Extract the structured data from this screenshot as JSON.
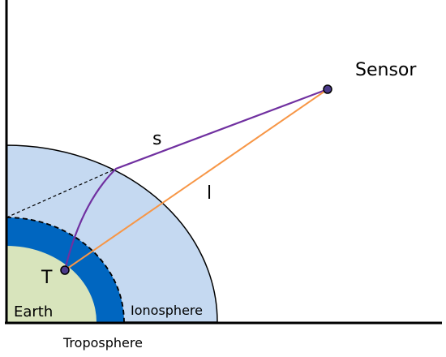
{
  "labels": {
    "sensor": "Sensor",
    "s": "s",
    "l": "l",
    "t": "T",
    "earth": "Earth",
    "ionosphere": "Ionosphere",
    "troposphere": "Troposphere"
  },
  "colors": {
    "ionosphere": "#c5d9f1",
    "troposphere": "#0066c0",
    "earth": "#d8e4bc",
    "slant_path": "#7030a0",
    "line_of_sight": "#f79646",
    "axes": "#000000",
    "point_fill": "#4b3a8a"
  }
}
